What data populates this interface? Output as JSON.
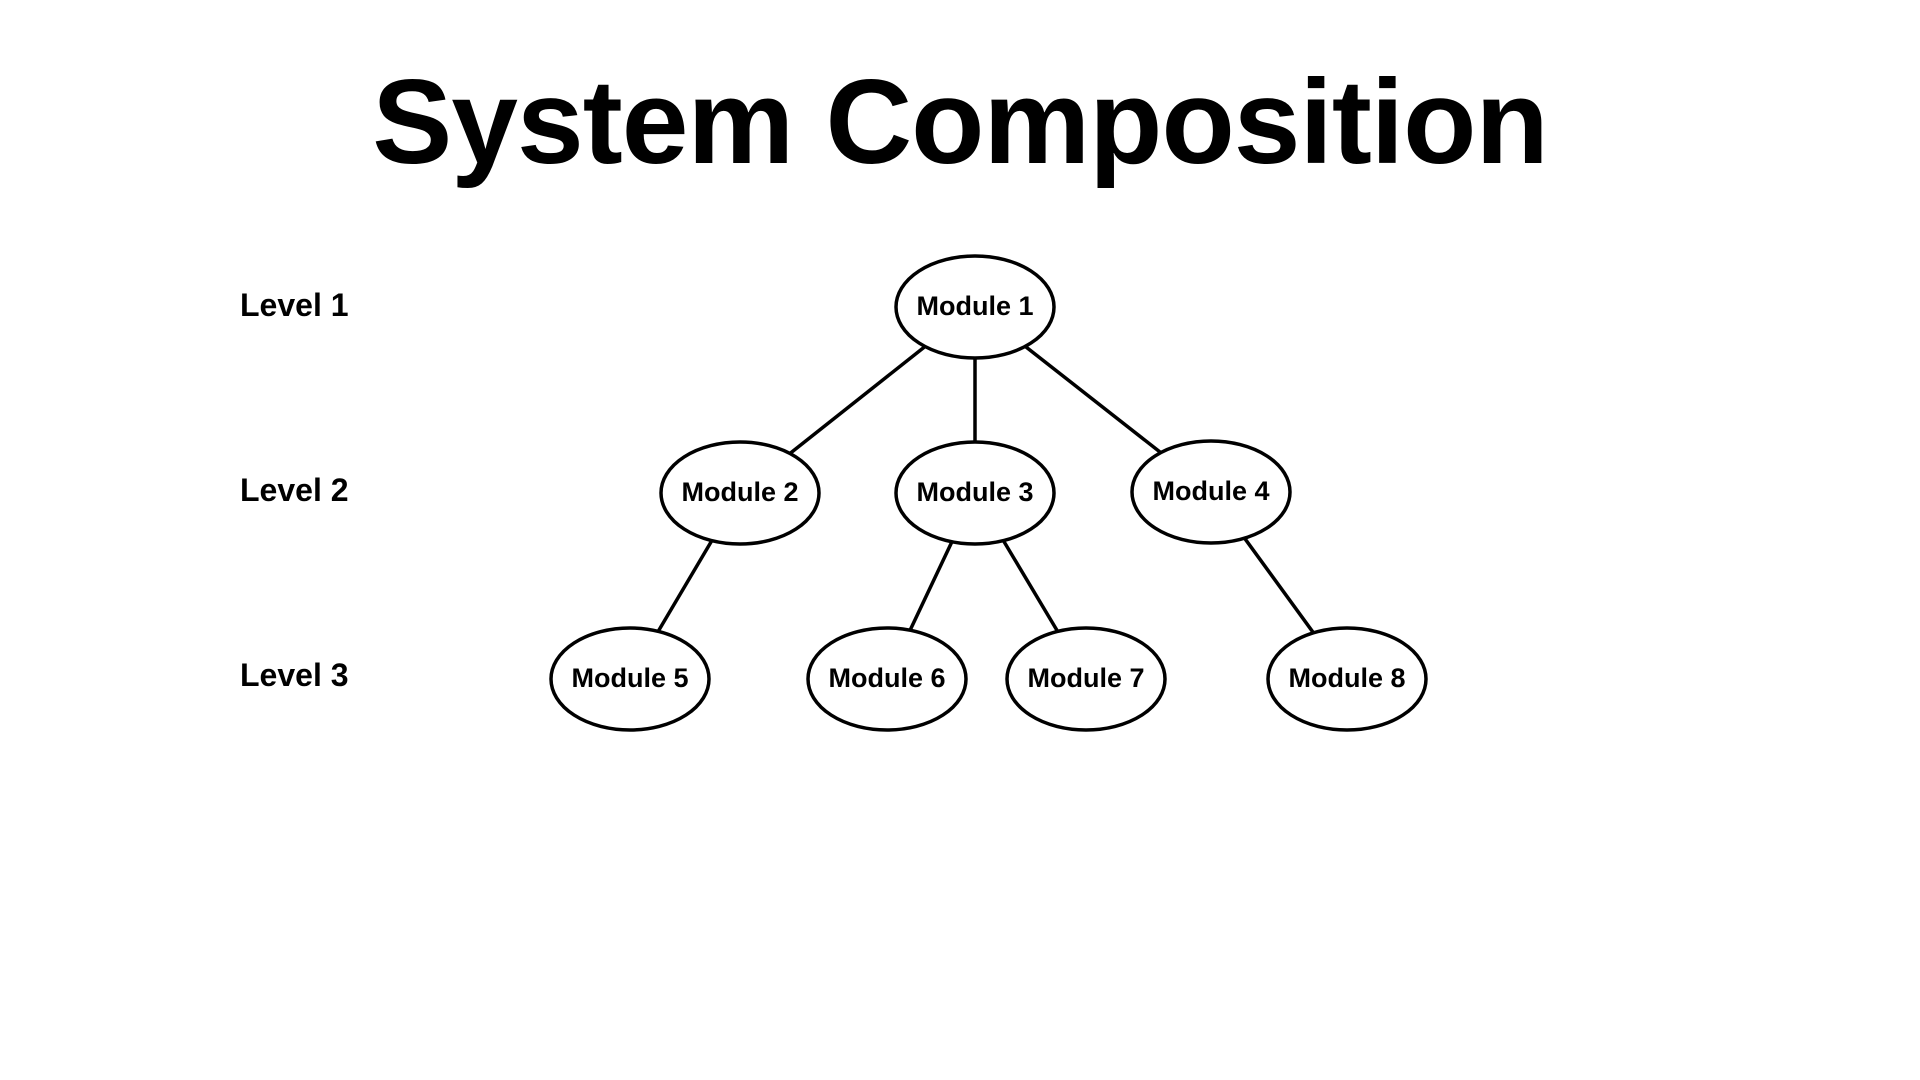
{
  "title": "System Composition",
  "levels": [
    {
      "label": "Level 1"
    },
    {
      "label": "Level 2"
    },
    {
      "label": "Level 3"
    }
  ],
  "nodes": [
    {
      "id": "m1",
      "label": "Module 1",
      "level": 1
    },
    {
      "id": "m2",
      "label": "Module 2",
      "level": 2
    },
    {
      "id": "m3",
      "label": "Module 3",
      "level": 2
    },
    {
      "id": "m4",
      "label": "Module 4",
      "level": 2
    },
    {
      "id": "m5",
      "label": "Module 5",
      "level": 3
    },
    {
      "id": "m6",
      "label": "Module 6",
      "level": 3
    },
    {
      "id": "m7",
      "label": "Module 7",
      "level": 3
    },
    {
      "id": "m8",
      "label": "Module 8",
      "level": 3
    }
  ],
  "edges": [
    {
      "from": "m1",
      "to": "m2"
    },
    {
      "from": "m1",
      "to": "m3"
    },
    {
      "from": "m1",
      "to": "m4"
    },
    {
      "from": "m2",
      "to": "m5"
    },
    {
      "from": "m3",
      "to": "m6"
    },
    {
      "from": "m3",
      "to": "m7"
    },
    {
      "from": "m4",
      "to": "m8"
    }
  ]
}
